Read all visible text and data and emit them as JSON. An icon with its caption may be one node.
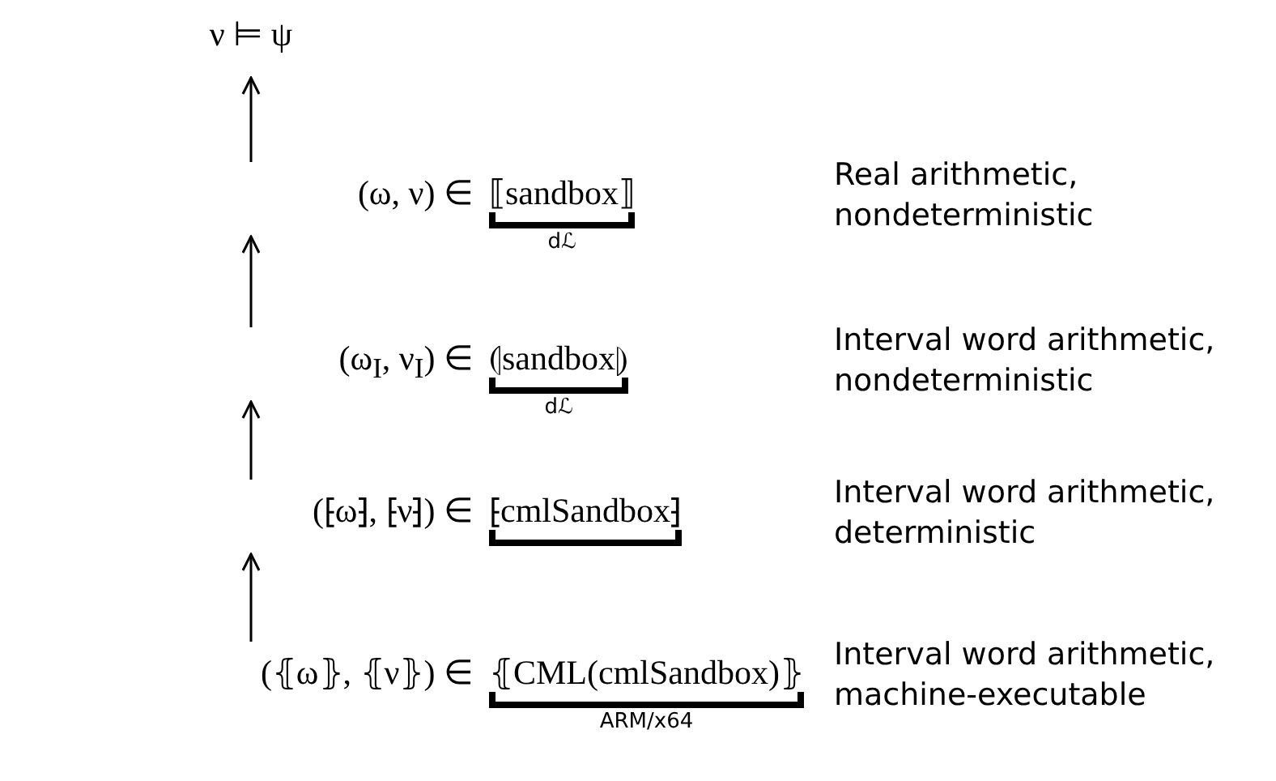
{
  "diagram": {
    "nodes": [
      {
        "text": [
          "ν ⊨ ψ"
        ]
      },
      {
        "text": [
          "(ω, ν) ∈",
          "⟦sandbox⟧"
        ]
      },
      {
        "text": [
          "(ω$_{I}$, ν$_{I}$) ∈",
          "⦇sandbox⦈"
        ]
      },
      {
        "text": [
          "(⁅ω⁆, ⁅ν⁆) ∈",
          "⁅cmlSandbox⁆"
        ]
      },
      {
        "text": [
          "(⦃ω⦄, ⦃ν⦄) ∈",
          "⦃CML(cmlSandbox)⦄"
        ]
      }
    ],
    "edges": [
      {
        "from": 1,
        "to": 0,
        "arrow": "to"
      },
      {
        "from": 2,
        "to": 1,
        "arrow": "to"
      },
      {
        "from": 3,
        "to": 2,
        "arrow": "to"
      },
      {
        "from": 4,
        "to": 3,
        "arrow": "to"
      }
    ],
    "labels": [
      "Real arithmetic, nondeterministic",
      "dℒ",
      "Interval word arithmetic, nondeterministic",
      "dℒ",
      "Interval word arithmetic, deterministic",
      "Interval word arithmetic, machine-executable",
      "ARM/x64"
    ]
  }
}
